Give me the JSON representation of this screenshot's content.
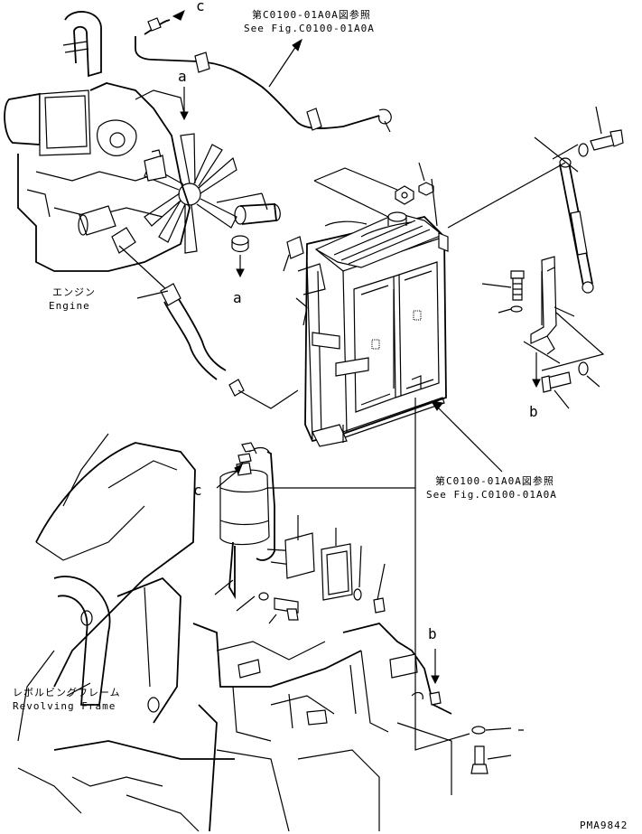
{
  "refs": {
    "top_jp": "第C0100-01A0A図参照",
    "top_en": "See Fig.C0100-01A0A",
    "mid_jp": "第C0100-01A0A図参照",
    "mid_en": "See Fig.C0100-01A0A"
  },
  "labels": {
    "engine_jp": "エンジン",
    "engine_en": "Engine",
    "frame_jp": "レボルビングフレーム",
    "frame_en": "Revolving Frame"
  },
  "callouts": {
    "a_top": "a",
    "a_bottom": "a",
    "b_right": "b",
    "b_bottom": "b",
    "c_top": "c",
    "c_left": "c"
  },
  "drawing_number": "PMA9842"
}
